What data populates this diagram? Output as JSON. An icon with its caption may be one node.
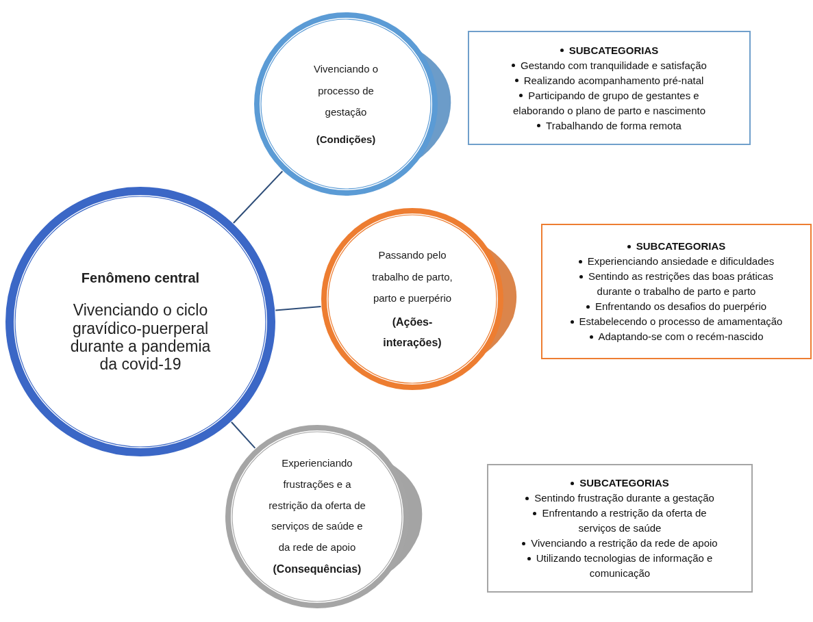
{
  "diagram": {
    "nodes": [
      {
        "text": [
          "Fenômeno central",
          "Vivenciando o ciclo gravídico-puerperal durante a pandemia da covid-19"
        ]
      },
      {
        "text": [
          "Vivenciando o processo de gestação",
          "(Condições)"
        ]
      },
      {
        "text": [
          "SUBCATEGORIAS",
          "Gestando com tranquilidade e satisfação",
          "Realizando acompanhamento pré-natal",
          "Participando de grupo de gestantes e elaborando o plano de parto e nascimento",
          "Trabalhando de forma remota"
        ]
      },
      {
        "text": [
          "Passando pelo trabalho de parto, parto e puerpério",
          "(Ações- interações)"
        ]
      },
      {
        "text": [
          "SUBCATEGORIAS",
          "Experienciando ansiedade e dificuldades",
          "Sentindo as restrições das boas práticas durante o trabalho de parto e parto",
          "Enfrentando os desafios do puerpério",
          "Estabelecendo o processo de amamentação",
          "Adaptando-se com o recém-nascido"
        ]
      },
      {
        "text": [
          "Experienciando frustrações e a restrição da oferta de serviços de saúde e da rede de apoio",
          "(Consequências)"
        ]
      },
      {
        "text": [
          "SUBCATEGORIAS",
          "Sentindo frustração durante a gestação",
          "Enfrentando a restrição da oferta de serviços de saúde",
          "Vivenciando a restrição da rede de apoio",
          "Utilizando tecnologias de informação e comunicação"
        ]
      }
    ],
    "edges": [
      {
        "from": 0,
        "to": 1,
        "arrow": "none"
      },
      {
        "from": 0,
        "to": 3,
        "arrow": "none"
      },
      {
        "from": 0,
        "to": 5,
        "arrow": "none"
      }
    ]
  }
}
